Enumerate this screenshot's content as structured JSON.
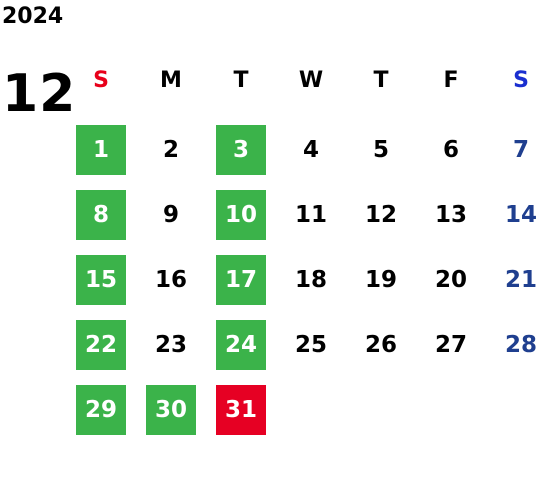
{
  "calendar": {
    "year": "2024",
    "month": "12",
    "weekdays": [
      {
        "label": "S",
        "color": "#e8001a"
      },
      {
        "label": "M",
        "color": "#000000"
      },
      {
        "label": "T",
        "color": "#000000"
      },
      {
        "label": "W",
        "color": "#000000"
      },
      {
        "label": "T",
        "color": "#000000"
      },
      {
        "label": "F",
        "color": "#000000"
      },
      {
        "label": "S",
        "color": "#1a2fd0"
      }
    ],
    "colors": {
      "holiday_green": "#3bb34a",
      "special_red": "#e60023",
      "saturday_blue": "#1f3f8f",
      "weekday_text": "#000000",
      "highlight_text": "#ffffff"
    },
    "weeks": [
      [
        {
          "day": "1",
          "style": "green"
        },
        {
          "day": "2",
          "style": "plain"
        },
        {
          "day": "3",
          "style": "green"
        },
        {
          "day": "4",
          "style": "plain"
        },
        {
          "day": "5",
          "style": "plain"
        },
        {
          "day": "6",
          "style": "plain"
        },
        {
          "day": "7",
          "style": "sat"
        }
      ],
      [
        {
          "day": "8",
          "style": "green"
        },
        {
          "day": "9",
          "style": "plain"
        },
        {
          "day": "10",
          "style": "green"
        },
        {
          "day": "11",
          "style": "plain"
        },
        {
          "day": "12",
          "style": "plain"
        },
        {
          "day": "13",
          "style": "plain"
        },
        {
          "day": "14",
          "style": "sat"
        }
      ],
      [
        {
          "day": "15",
          "style": "green"
        },
        {
          "day": "16",
          "style": "plain"
        },
        {
          "day": "17",
          "style": "green"
        },
        {
          "day": "18",
          "style": "plain"
        },
        {
          "day": "19",
          "style": "plain"
        },
        {
          "day": "20",
          "style": "plain"
        },
        {
          "day": "21",
          "style": "sat"
        }
      ],
      [
        {
          "day": "22",
          "style": "green"
        },
        {
          "day": "23",
          "style": "plain"
        },
        {
          "day": "24",
          "style": "green"
        },
        {
          "day": "25",
          "style": "plain"
        },
        {
          "day": "26",
          "style": "plain"
        },
        {
          "day": "27",
          "style": "plain"
        },
        {
          "day": "28",
          "style": "sat"
        }
      ],
      [
        {
          "day": "29",
          "style": "green"
        },
        {
          "day": "30",
          "style": "green"
        },
        {
          "day": "31",
          "style": "red"
        }
      ]
    ]
  }
}
